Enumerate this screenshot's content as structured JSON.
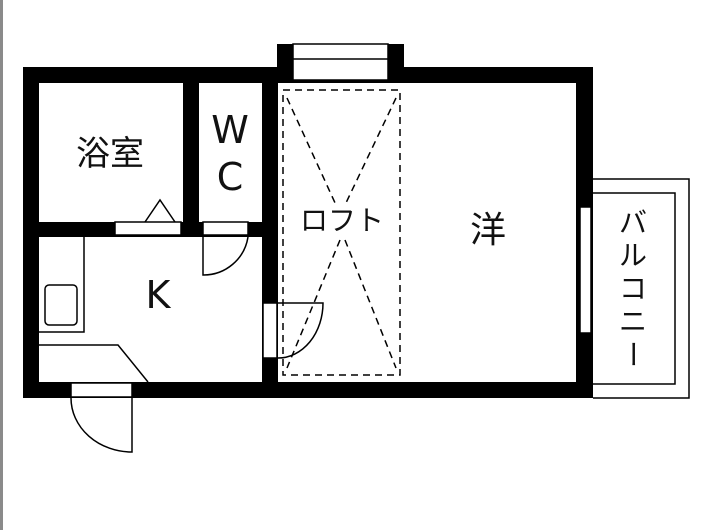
{
  "rooms": {
    "bath": "浴室",
    "wc_w": "W",
    "wc_c": "C",
    "kitchen": "K",
    "loft": "ロフト",
    "western_room": "洋",
    "balcony": [
      "バ",
      "ル",
      "コ",
      "ニ",
      "ー"
    ]
  },
  "colors": {
    "wall": "#000000",
    "background": "#ffffff"
  }
}
